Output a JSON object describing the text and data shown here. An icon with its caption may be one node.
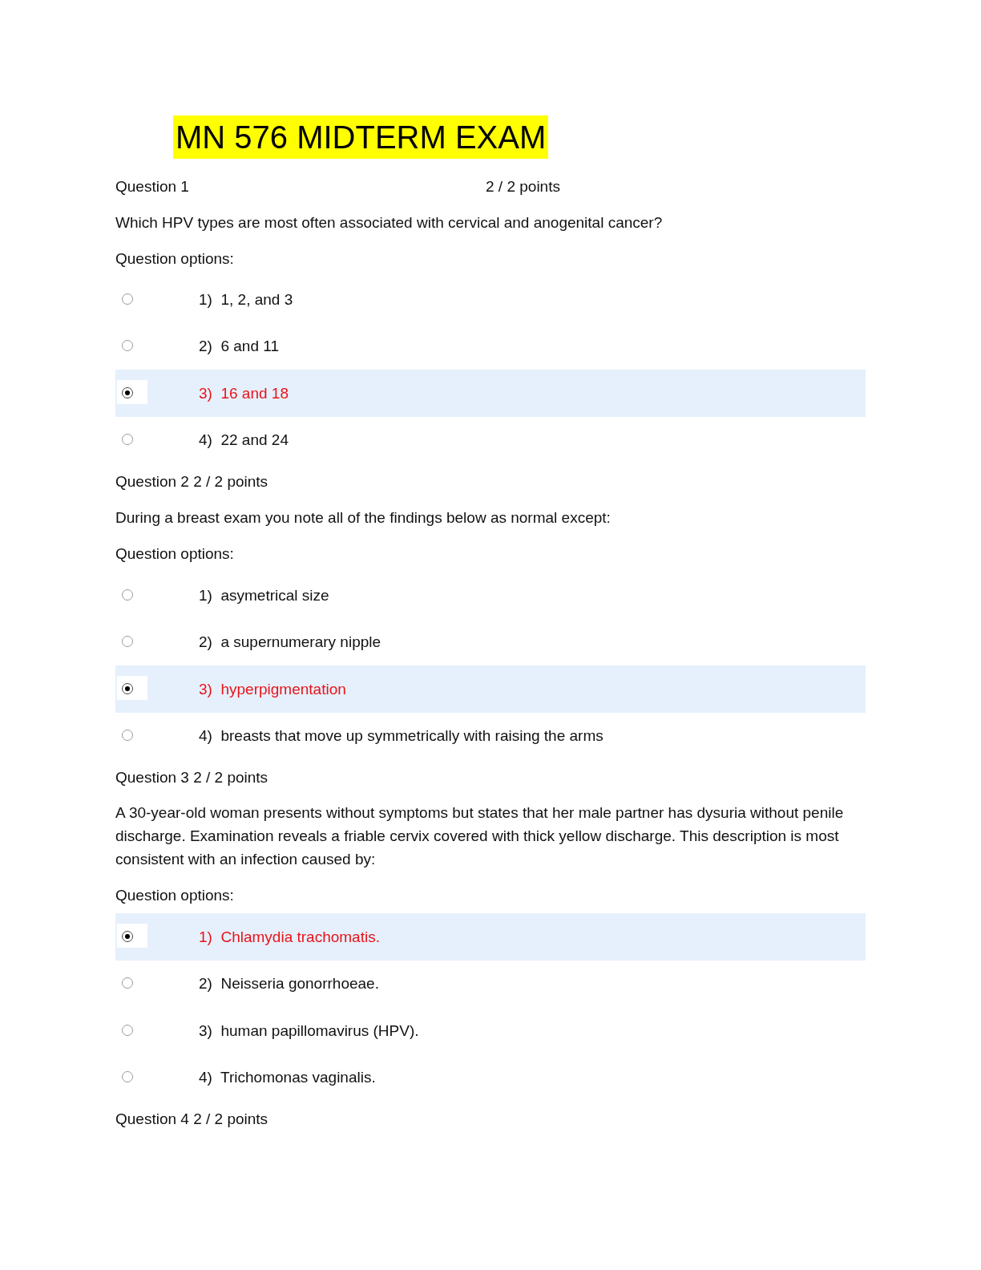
{
  "diagram": {
    "title": "MN 576 MIDTERM EXAM",
    "labels": [
      "Question 1",
      "2 / 2 points",
      "Which HPV types are most often associated with cervical and anogenital cancer?",
      "Question options:",
      "1)  1, 2, and 3",
      "2)  6 and 11",
      "3)  16 and 18",
      "4)  22 and 24",
      "Question 2 2 / 2 points",
      "During a breast exam you note all of the findings below as normal except:",
      "Question options:",
      "1)  asymetrical size",
      "2)  a supernumerary nipple",
      "3)  hyperpigmentation",
      "4)  breasts that move up symmetrically with raising the arms",
      "Question 3 2 / 2 points",
      "A 30-year-old woman presents without symptoms but states that her male partner has dysuria without penile discharge. Examination reveals a friable cervix covered with thick yellow discharge. This description is most consistent with an infection caused by:",
      "Question options:",
      "1)  Chlamydia trachomatis.",
      "2)  Neisseria gonorrhoeae.",
      "3)  human papillomavirus (HPV).",
      "4)  Trichomonas vaginalis.",
      "Question 4 2 / 2 points"
    ]
  }
}
